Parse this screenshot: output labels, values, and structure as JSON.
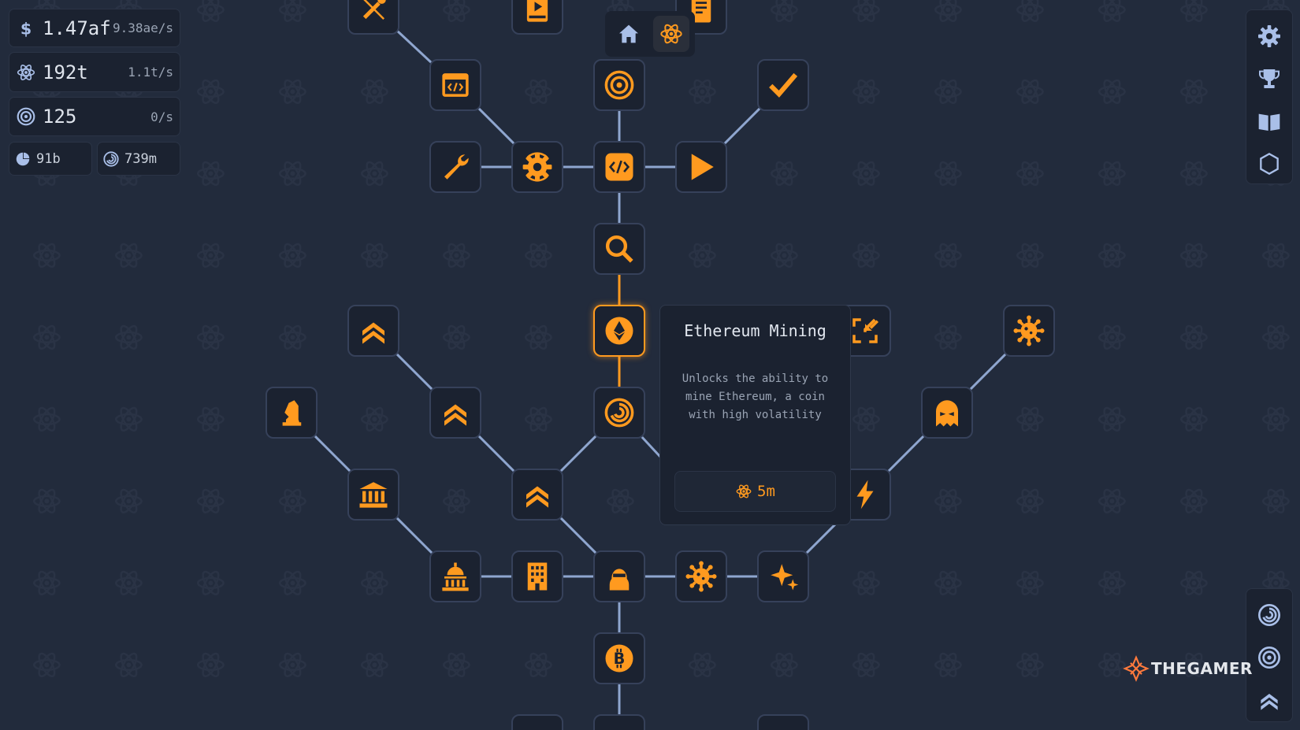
{
  "colors": {
    "background": "#222b3c",
    "panel": "#1b2230",
    "accent": "#ff9a1f",
    "node_border": "#36415a",
    "link": "#8fa6cf",
    "icon_light": "#a9bfe8"
  },
  "resources": {
    "money": {
      "icon": "dollar-icon",
      "value": "1.47af",
      "rate": "9.38ae/s"
    },
    "science": {
      "icon": "atom-icon",
      "value": "192t",
      "rate": "1.1t/s"
    },
    "tokens": {
      "icon": "target-coin-icon",
      "value": "125",
      "rate": "0/s"
    },
    "small_left": {
      "icon": "pie-icon",
      "value": "91b"
    },
    "small_right": {
      "icon": "spiral-icon",
      "value": "739m"
    }
  },
  "top_nav": [
    {
      "icon": "home-icon",
      "selected": false
    },
    {
      "icon": "atom-icon",
      "selected": true
    }
  ],
  "tooltip": {
    "title": "Ethereum Mining",
    "description": "Unlocks the ability to mine Ethereum, a coin with high volatility",
    "cost_icon": "atom-icon",
    "cost": "5m"
  },
  "right_top_menu": [
    "gear-icon",
    "trophy-icon",
    "book-icon",
    "hexagon-icon"
  ],
  "right_bottom_menu": [
    "spiral-icon",
    "target-coin-icon",
    "chevrons-up-icon"
  ],
  "watermark": "THEGAMER",
  "tree_nodes": [
    {
      "id": "tools",
      "icon": "tools-icon"
    },
    {
      "id": "video",
      "icon": "video-icon"
    },
    {
      "id": "document",
      "icon": "document-icon"
    },
    {
      "id": "browser-code",
      "icon": "browser-code-icon"
    },
    {
      "id": "target-coin",
      "icon": "target-coin-icon"
    },
    {
      "id": "checkmark",
      "icon": "checkmark-icon"
    },
    {
      "id": "wrench",
      "icon": "wrench-icon"
    },
    {
      "id": "gear-cycle",
      "icon": "gear-cycle-icon"
    },
    {
      "id": "code",
      "icon": "code-icon"
    },
    {
      "id": "play",
      "icon": "play-icon"
    },
    {
      "id": "search",
      "icon": "search-icon"
    },
    {
      "id": "chevrons-1",
      "icon": "chevrons-up-icon"
    },
    {
      "id": "ethereum",
      "icon": "ethereum-icon",
      "active": true
    },
    {
      "id": "compress",
      "icon": "compress-icon"
    },
    {
      "id": "virus-1",
      "icon": "virus-icon"
    },
    {
      "id": "chess-knight",
      "icon": "chess-knight-icon"
    },
    {
      "id": "chevrons-2",
      "icon": "chevrons-up-icon"
    },
    {
      "id": "spiral",
      "icon": "spiral-icon"
    },
    {
      "id": "ghost",
      "icon": "ghost-icon"
    },
    {
      "id": "bank",
      "icon": "bank-icon"
    },
    {
      "id": "chevrons-3",
      "icon": "chevrons-up-icon"
    },
    {
      "id": "bolt",
      "icon": "bolt-icon"
    },
    {
      "id": "capitol",
      "icon": "capitol-icon"
    },
    {
      "id": "building",
      "icon": "building-icon"
    },
    {
      "id": "hacker",
      "icon": "hacker-icon"
    },
    {
      "id": "virus-2",
      "icon": "virus-icon"
    },
    {
      "id": "sparkles",
      "icon": "sparkles-icon"
    },
    {
      "id": "bitcoin",
      "icon": "bitcoin-icon"
    },
    {
      "id": "partial-1",
      "icon": "partial-icon"
    },
    {
      "id": "partial-2",
      "icon": "partial-icon"
    },
    {
      "id": "partial-3",
      "icon": "partial-icon"
    }
  ],
  "tree_links": [
    [
      "tools",
      "browser-code"
    ],
    [
      "browser-code",
      "gear-cycle"
    ],
    [
      "target-coin",
      "code"
    ],
    [
      "checkmark",
      "play"
    ],
    [
      "wrench",
      "gear-cycle"
    ],
    [
      "gear-cycle",
      "code"
    ],
    [
      "code",
      "play"
    ],
    [
      "code",
      "search"
    ],
    [
      "search",
      "ethereum"
    ],
    [
      "ethereum",
      "spiral"
    ],
    [
      "chevrons-1",
      "chevrons-2"
    ],
    [
      "chevrons-2",
      "chevrons-3"
    ],
    [
      "spiral",
      "chevrons-3"
    ],
    [
      "chevrons-3",
      "hacker"
    ],
    [
      "chess-knight",
      "bank"
    ],
    [
      "bank",
      "capitol"
    ],
    [
      "capitol",
      "building"
    ],
    [
      "building",
      "hacker"
    ],
    [
      "hacker",
      "virus-2"
    ],
    [
      "virus-2",
      "sparkles"
    ],
    [
      "hacker",
      "bitcoin"
    ],
    [
      "bitcoin",
      "partial-2"
    ],
    [
      "virus-1",
      "ghost"
    ],
    [
      "ghost",
      "bolt"
    ],
    [
      "bolt",
      "sparkles"
    ],
    [
      "spiral",
      "tooltip-edge"
    ]
  ]
}
